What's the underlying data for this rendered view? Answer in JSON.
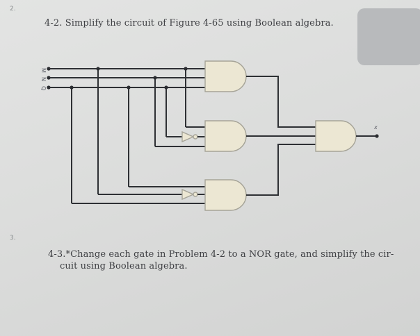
{
  "item_2": {
    "number": "2.",
    "text": "4-2. Simplify the circuit of Figure 4-65 using Boolean algebra."
  },
  "item_3": {
    "number": "3.",
    "line1": "4-3.*Change each gate in Problem 4-2 to a NOR gate, and simplify the cir-",
    "line2": "cuit using Boolean algebra."
  },
  "circuit": {
    "inputs": [
      "M",
      "N",
      "Q"
    ],
    "output": "x"
  }
}
